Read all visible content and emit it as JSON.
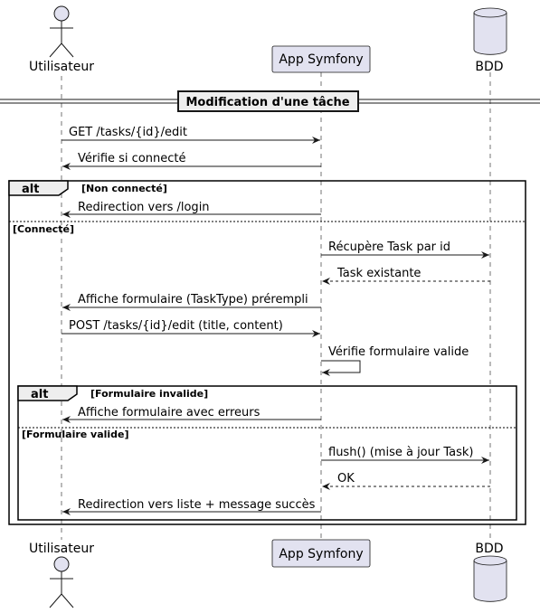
{
  "participants": {
    "user": "Utilisateur",
    "app": "App Symfony",
    "db": "BDD"
  },
  "divider": "Modification d'une tâche",
  "alt_outer": {
    "keyword": "alt",
    "guard1": "[Non connecté]",
    "guard2": "[Connecté]"
  },
  "alt_inner": {
    "keyword": "alt",
    "guard1": "[Formulaire invalide]",
    "guard2": "[Formulaire valide]"
  },
  "messages": {
    "m1": "GET /tasks/{id}/edit",
    "m2": "Vérifie si connecté",
    "m3": "Redirection vers /login",
    "m4": "Récupère Task par id",
    "m5": "Task existante",
    "m6": "Affiche formulaire (TaskType) prérempli",
    "m7": "POST /tasks/{id}/edit (title, content)",
    "m8": "Vérifie formulaire valide",
    "m9": "Affiche formulaire avec erreurs",
    "m10": "flush() (mise à jour Task)",
    "m11": "OK",
    "m12": "Redirection vers liste + message succès"
  },
  "colors": {
    "participant_fill": "#E2E2F0",
    "participant_stroke": "#181818",
    "lifeline": "#181818",
    "arrow": "#181818",
    "frame_fill": "#EEEEEE"
  }
}
